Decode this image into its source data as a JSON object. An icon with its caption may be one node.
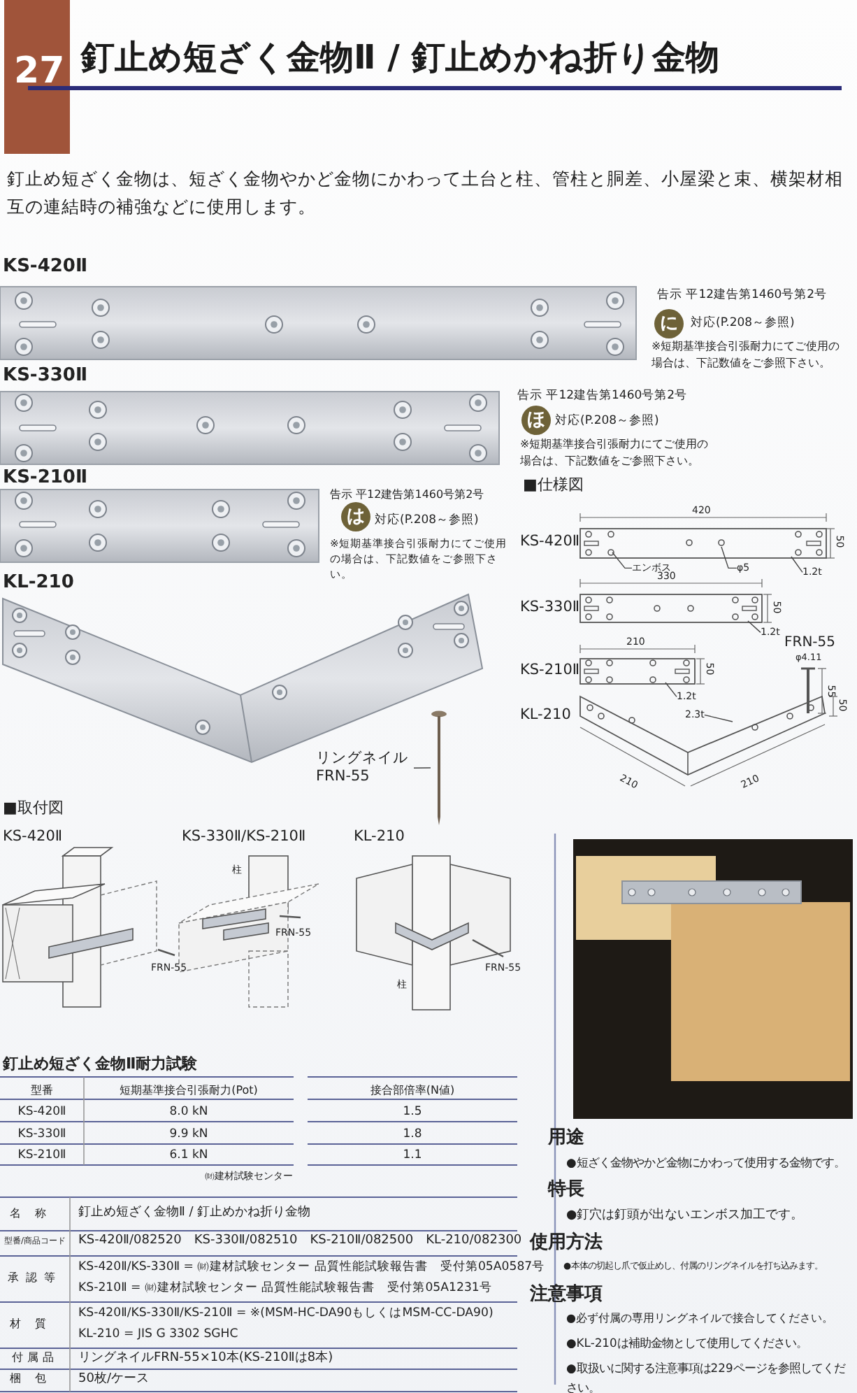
{
  "diagram": {
    "title": "釘止め短ざく金物Ⅱ / 釘止めかね折り金物",
    "nodes": [
      {
        "text": [
          "に"
        ]
      },
      {
        "text": [
          "ほ"
        ]
      },
      {
        "text": [
          "は"
        ]
      },
      {
        "text": [
          "エンボス"
        ]
      },
      {
        "text": [
          "φ5"
        ]
      },
      {
        "text": [
          "1.2t"
        ]
      },
      {
        "text": [
          "1.2t"
        ]
      },
      {
        "text": [
          "1.2t"
        ]
      },
      {
        "text": [
          "2.3t"
        ]
      },
      {
        "text": [
          "リングネイル FRN-55"
        ]
      },
      {
        "text": [],
        "shape": "picture"
      },
      {
        "text": [],
        "shape": "picture"
      },
      {
        "text": [],
        "shape": "picture"
      },
      {
        "text": [],
        "shape": "picture"
      },
      {
        "text": [],
        "shape": "picture"
      }
    ],
    "edges": [
      {
        "from": 3,
        "to": 11,
        "arrow": "none"
      },
      {
        "from": 4,
        "to": 11,
        "arrow": "none"
      },
      {
        "from": 5,
        "to": 11,
        "arrow": "none"
      },
      {
        "from": 6,
        "to": 12,
        "arrow": "none"
      },
      {
        "from": 7,
        "to": 13,
        "arrow": "none"
      },
      {
        "from": 8,
        "to": 14,
        "arrow": "none"
      },
      {
        "from": 9,
        "to": 10,
        "arrow": "none"
      }
    ],
    "labels": [
      "27",
      "釘止め短ざく金物は、短ざく金物やかど金物にかわって土台と柱、管柱と胴差、小屋梁と束、横架材相互の連結時の補強などに使用します。",
      "KS-420Ⅱ",
      "告示 平12建告第1460号第2号",
      "対応(P.208～参照)",
      "※短期基準接合引張耐力にてご使用の場合は、下記数値をご参照下さい。",
      "KS-330Ⅱ",
      "告示 平12建告第1460号第2号",
      "対応(P.208～参照)",
      "※短期基準接合引張耐力にてご使用の場合は、下記数値をご参照下さい。",
      "KS-210Ⅱ",
      "告示 平12建告第1460号第2号",
      "対応(P.208～参照)",
      "※短期基準接合引張耐力にてご使用の場合は、下記数値をご参照下さい。",
      "KL-210",
      "■仕様図",
      "KS-420Ⅱ",
      "420",
      "50",
      "KS-330Ⅱ",
      "330",
      "50",
      "KS-210Ⅱ",
      "210",
      "50",
      "FRN-55",
      "φ4.11",
      "55",
      "KL-210",
      "50",
      "210",
      "210",
      "■取付図",
      "KS-420Ⅱ",
      "KS-330Ⅱ/KS-210Ⅱ",
      "KL-210",
      "柱",
      "FRN-55",
      "FRN-55",
      "FRN-55",
      "柱",
      "釘止め短ざく金物Ⅱ耐力試験",
      "型番",
      "短期基準接合引張耐力(Pot)",
      "接合部倍率(N値)",
      "KS-420Ⅱ",
      "8.0 kN",
      "1.5",
      "KS-330Ⅱ",
      "9.9 kN",
      "1.8",
      "KS-210Ⅱ",
      "6.1 kN",
      "1.1",
      "㈶建材試験センター",
      "名称",
      "釘止め短ざく金物Ⅱ / 釘止めかね折り金物",
      "型番/商品コード",
      "KS-420Ⅱ/082520　KS-330Ⅱ/082510　KS-210Ⅱ/082500　KL-210/082300",
      "承認等",
      "KS-420Ⅱ/KS-330Ⅱ = ㈶建材試験センター 品質性能試験報告書　受付第05A0587号",
      "KS-210Ⅱ = ㈶建材試験センター 品質性能試験報告書　受付第05A1231号",
      "材質",
      "KS-420Ⅱ/KS-330Ⅱ/KS-210Ⅱ = ※(MSM-HC-DA90もしくはMSM-CC-DA90)",
      "KL-210 = JIS G 3302 SGHC",
      "付属品",
      "リングネイルFRN-55×10本(KS-210Ⅱは8本)",
      "梱包",
      "50枚/ケース",
      "用途",
      "●短ざく金物やかど金物にかわって使用する金物です。",
      "特長",
      "●釘穴は釘頭が出ないエンボス加工です。",
      "使用方法",
      "●本体の切起し爪で仮止めし、付属のリングネイルを打ち込みます。",
      "注意事項",
      "●必ず付属の専用リングネイルで接合してください。",
      "●KL-210は補助金物として使用してください。",
      "●取扱いに関する注意事項は229ページを参照してください。"
    ]
  }
}
